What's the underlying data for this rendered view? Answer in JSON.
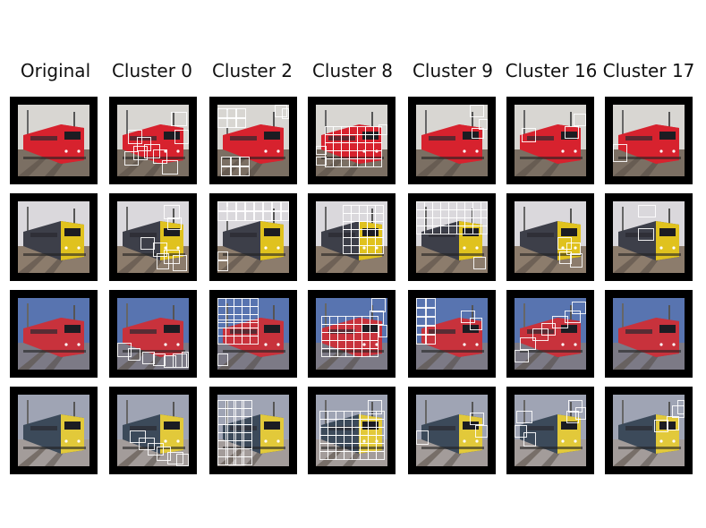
{
  "headers": [
    "Original",
    "Cluster 0",
    "Cluster 2",
    "Cluster 8",
    "Cluster 9",
    "Cluster 16",
    "Cluster 17"
  ],
  "rows": [
    {
      "train": "red-train-1",
      "body_color": "#d7222e",
      "sky": "#d8d6d2",
      "ground": "#7b6f63"
    },
    {
      "train": "grey-yellow-train",
      "body_color": "#3d3f49",
      "sky": "#dad8dc",
      "ground": "#8c7c6c"
    },
    {
      "train": "red-train-2",
      "body_color": "#c8323c",
      "sky": "#5874b0",
      "ground": "#7c7a86"
    },
    {
      "train": "yellow-train",
      "body_color": "#3c4a5a",
      "sky": "#9fa4b4",
      "ground": "#a39c9a"
    }
  ],
  "colors": {
    "frame": "#000000",
    "overlay": "#ffffff"
  }
}
